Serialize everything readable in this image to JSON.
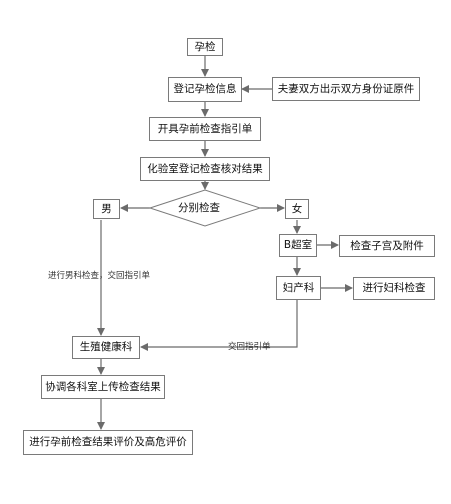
{
  "flowchart": {
    "start": "孕检",
    "register": "登记孕检信息",
    "id_docs": "夫妻双方出示双方身份证原件",
    "referral": "开具孕前检查指引单",
    "lab": "化验室登记检查核对结果",
    "decision": "分别检查",
    "male": "男",
    "female": "女",
    "ultrasound": "B超室",
    "uterus": "检查子宫及附件",
    "gyn_dept": "妇产科",
    "gyn_exam": "进行妇科检查",
    "reproductive": "生殖健康科",
    "coordinate": "协调各科室上传检查结果",
    "final": "进行孕前检查结果评价及高危评价"
  },
  "edge_labels": {
    "male_path": "进行男科检查，交回指引单",
    "return_slip": "交回指引单"
  }
}
